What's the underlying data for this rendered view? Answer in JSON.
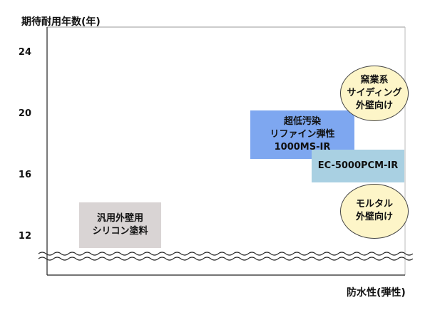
{
  "chart_data": {
    "type": "scatter",
    "title": "",
    "ylabel": "期待耐用年数(年)",
    "xlabel": "防水性(弾性)",
    "yticks": [
      24,
      20,
      16,
      12
    ],
    "ylim": [
      10,
      25
    ],
    "axis_break": true,
    "items": [
      {
        "label": "汎用外壁用\nシリコン塗料",
        "y_range": [
          11.3,
          14.3
        ],
        "color": "#d9d4d4",
        "shape": "rect"
      },
      {
        "label": "超低汚染\nリファイン弾性\n1000MS-IR",
        "y_range": [
          17.1,
          20.3
        ],
        "color": "#7ea7f0",
        "shape": "rect"
      },
      {
        "label": "EC-5000PCM-IR",
        "y_range": [
          15.6,
          17.7
        ],
        "color": "#a9d0e2",
        "shape": "rect"
      },
      {
        "label": "窯業系\nサイディング\n外壁向け",
        "y_range": [
          19.6,
          23.2
        ],
        "color": "#fdf5c8",
        "shape": "circle"
      },
      {
        "label": "モルタル\n外壁向け",
        "y_range": [
          11.9,
          15.5
        ],
        "color": "#fdf5c8",
        "shape": "circle"
      }
    ]
  }
}
